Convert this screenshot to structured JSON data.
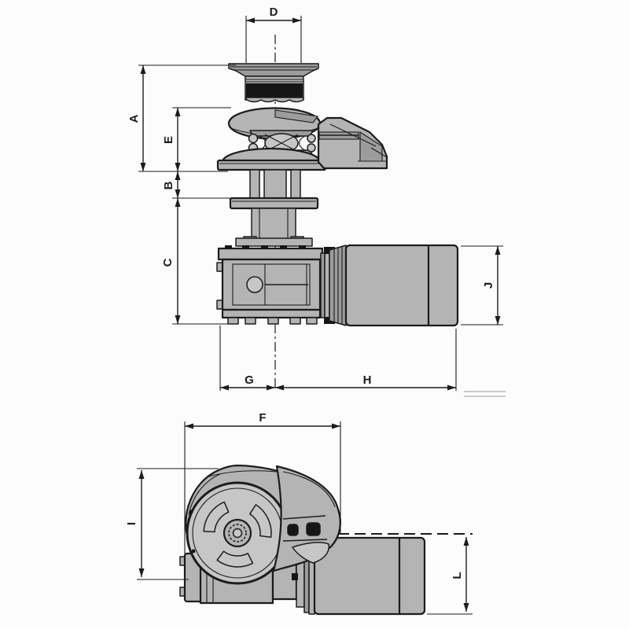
{
  "dims": {
    "A": "A",
    "B": "B",
    "C": "C",
    "D": "D",
    "E": "E",
    "F": "F",
    "G": "G",
    "H": "H",
    "I": "I",
    "J": "J",
    "L": "L"
  },
  "colors": {
    "line": "#1c1c1c",
    "metal_gray": "#b4b4b4",
    "metal_gray_dark": "#9c9c9c",
    "metal_gray_light": "#c6c6c6",
    "black_band": "#161616",
    "background": "#fcfcfc",
    "faint_line": "#9a9a9a"
  }
}
